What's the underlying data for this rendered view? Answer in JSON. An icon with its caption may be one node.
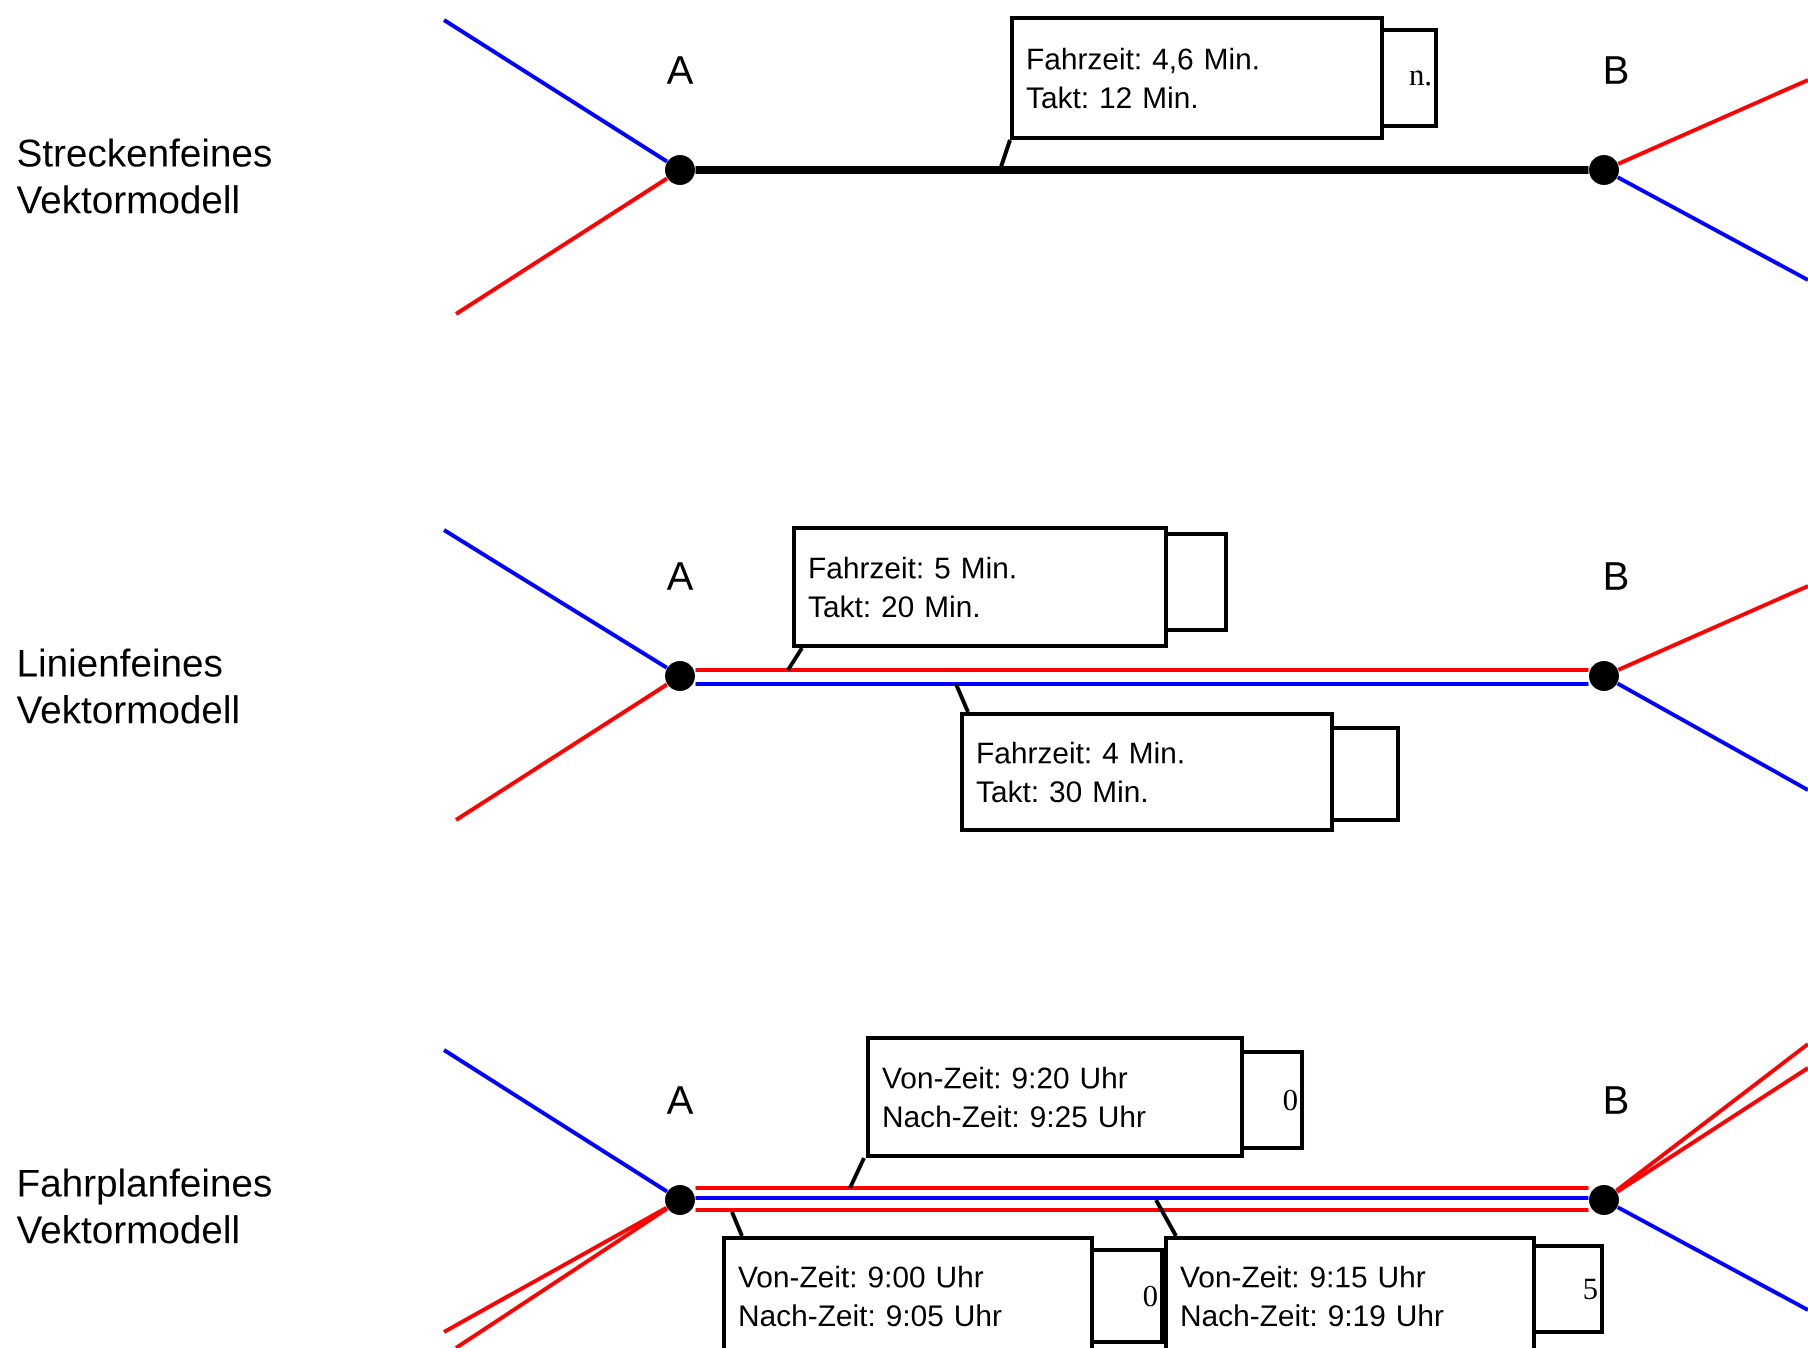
{
  "diagram": {
    "nodes": [
      {
        "text": [],
        "shape": "circle",
        "beside": [
          "A"
        ]
      },
      {
        "text": [],
        "shape": "circle",
        "beside": [
          "B"
        ]
      },
      {
        "text": [
          "Fahrzeit: 4,6 Min.",
          "Takt: 12 Min."
        ]
      },
      {
        "text": [
          "n."
        ]
      },
      {
        "text": [],
        "shape": "circle",
        "beside": [
          "A"
        ]
      },
      {
        "text": [],
        "shape": "circle",
        "beside": [
          "B"
        ]
      },
      {
        "text": [
          "Fahrzeit: 5 Min.",
          "Takt: 20 Min."
        ]
      },
      {
        "text": [],
        "shape": "box"
      },
      {
        "text": [
          "Fahrzeit: 4 Min.",
          "Takt: 30 Min."
        ]
      },
      {
        "text": [],
        "shape": "box"
      },
      {
        "text": [],
        "shape": "circle",
        "beside": [
          "A"
        ]
      },
      {
        "text": [],
        "shape": "circle",
        "beside": [
          "B"
        ]
      },
      {
        "text": [
          "Von-Zeit: 9:20 Uhr",
          "Nach-Zeit: 9:25 Uhr"
        ]
      },
      {
        "text": [
          "0"
        ]
      },
      {
        "text": [
          "Von-Zeit: 9:00 Uhr",
          "Nach-Zeit: 9:05 Uhr"
        ]
      },
      {
        "text": [
          "0"
        ]
      },
      {
        "text": [
          "Von-Zeit: 9:15 Uhr",
          "Nach-Zeit: 9:19 Uhr"
        ]
      },
      {
        "text": [
          "5"
        ]
      }
    ],
    "edges": [
      {
        "from": null,
        "to": 0,
        "arrow": "none",
        "color": "#0000ff"
      },
      {
        "from": null,
        "to": 0,
        "arrow": "none",
        "color": "#ff0000"
      },
      {
        "from": 0,
        "to": 1,
        "arrow": "none",
        "style": "thick",
        "color": "#000000"
      },
      {
        "from": 1,
        "to": null,
        "arrow": "none",
        "color": "#ff0000"
      },
      {
        "from": 1,
        "to": null,
        "arrow": "none",
        "color": "#0000ff"
      },
      {
        "from": 2,
        "to": null,
        "arrow": "none",
        "color": "#000000"
      },
      {
        "from": null,
        "to": 4,
        "arrow": "none",
        "color": "#0000ff"
      },
      {
        "from": null,
        "to": 4,
        "arrow": "none",
        "color": "#ff0000"
      },
      {
        "from": 4,
        "to": 5,
        "arrow": "none",
        "color": "#ff0000"
      },
      {
        "from": 4,
        "to": 5,
        "arrow": "none",
        "color": "#0000ff"
      },
      {
        "from": 5,
        "to": null,
        "arrow": "none",
        "color": "#ff0000"
      },
      {
        "from": 5,
        "to": null,
        "arrow": "none",
        "color": "#0000ff"
      },
      {
        "from": 6,
        "to": null,
        "arrow": "none",
        "color": "#000000"
      },
      {
        "from": 8,
        "to": null,
        "arrow": "none",
        "color": "#000000"
      },
      {
        "from": null,
        "to": 10,
        "arrow": "none",
        "color": "#0000ff"
      },
      {
        "from": null,
        "to": 10,
        "arrow": "none",
        "color": "#ff0000"
      },
      {
        "from": null,
        "to": 10,
        "arrow": "none",
        "color": "#ff0000"
      },
      {
        "from": 10,
        "to": 11,
        "arrow": "none",
        "color": "#ff0000"
      },
      {
        "from": 10,
        "to": 11,
        "arrow": "none",
        "color": "#0000ff"
      },
      {
        "from": 10,
        "to": 11,
        "arrow": "none",
        "color": "#ff0000"
      },
      {
        "from": 11,
        "to": null,
        "arrow": "none",
        "color": "#ff0000"
      },
      {
        "from": 11,
        "to": null,
        "arrow": "none",
        "color": "#ff0000"
      },
      {
        "from": 11,
        "to": null,
        "arrow": "none",
        "color": "#0000ff"
      },
      {
        "from": 12,
        "to": null,
        "arrow": "none",
        "color": "#000000"
      },
      {
        "from": 14,
        "to": null,
        "arrow": "none",
        "color": "#000000"
      },
      {
        "from": 16,
        "to": null,
        "arrow": "none",
        "color": "#000000"
      }
    ],
    "labels": [
      "Streckenfeines Vektormodell",
      "Linienfeines Vektormodell",
      "Fahrplanfeines Vektormodell"
    ]
  }
}
